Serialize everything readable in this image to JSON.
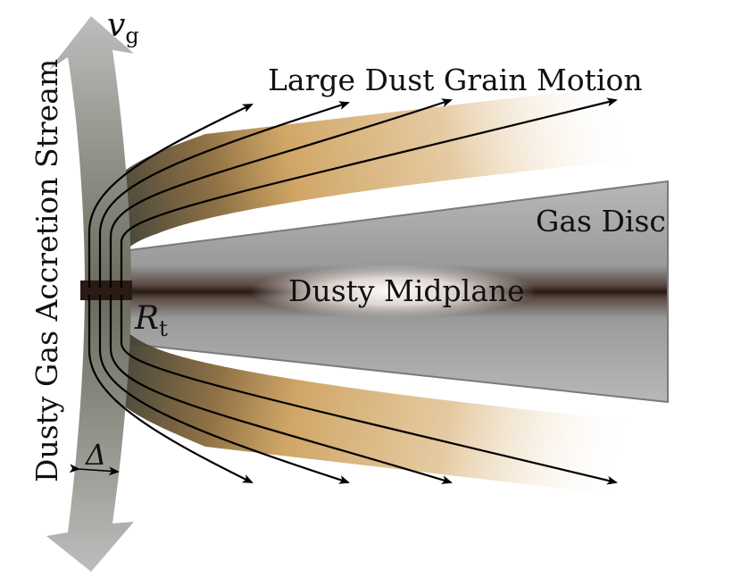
{
  "labels": {
    "stream": "Dusty Gas Accretion Stream",
    "grain_motion": "Large Dust Grain Motion",
    "gas_disc": "Gas Disc",
    "midplane": "Dusty Midplane",
    "velocity_symbol": "v",
    "velocity_subscript": "g",
    "radius_symbol": "R",
    "radius_subscript": "t",
    "width_symbol": "Δ"
  },
  "colors": {
    "stream_arrow": "#8a8a8a",
    "disc_fill": "#a6a6a6",
    "midplane_dark": "#2a1a14",
    "dust_band": "#c28a3c",
    "trajectory": "#000000"
  }
}
